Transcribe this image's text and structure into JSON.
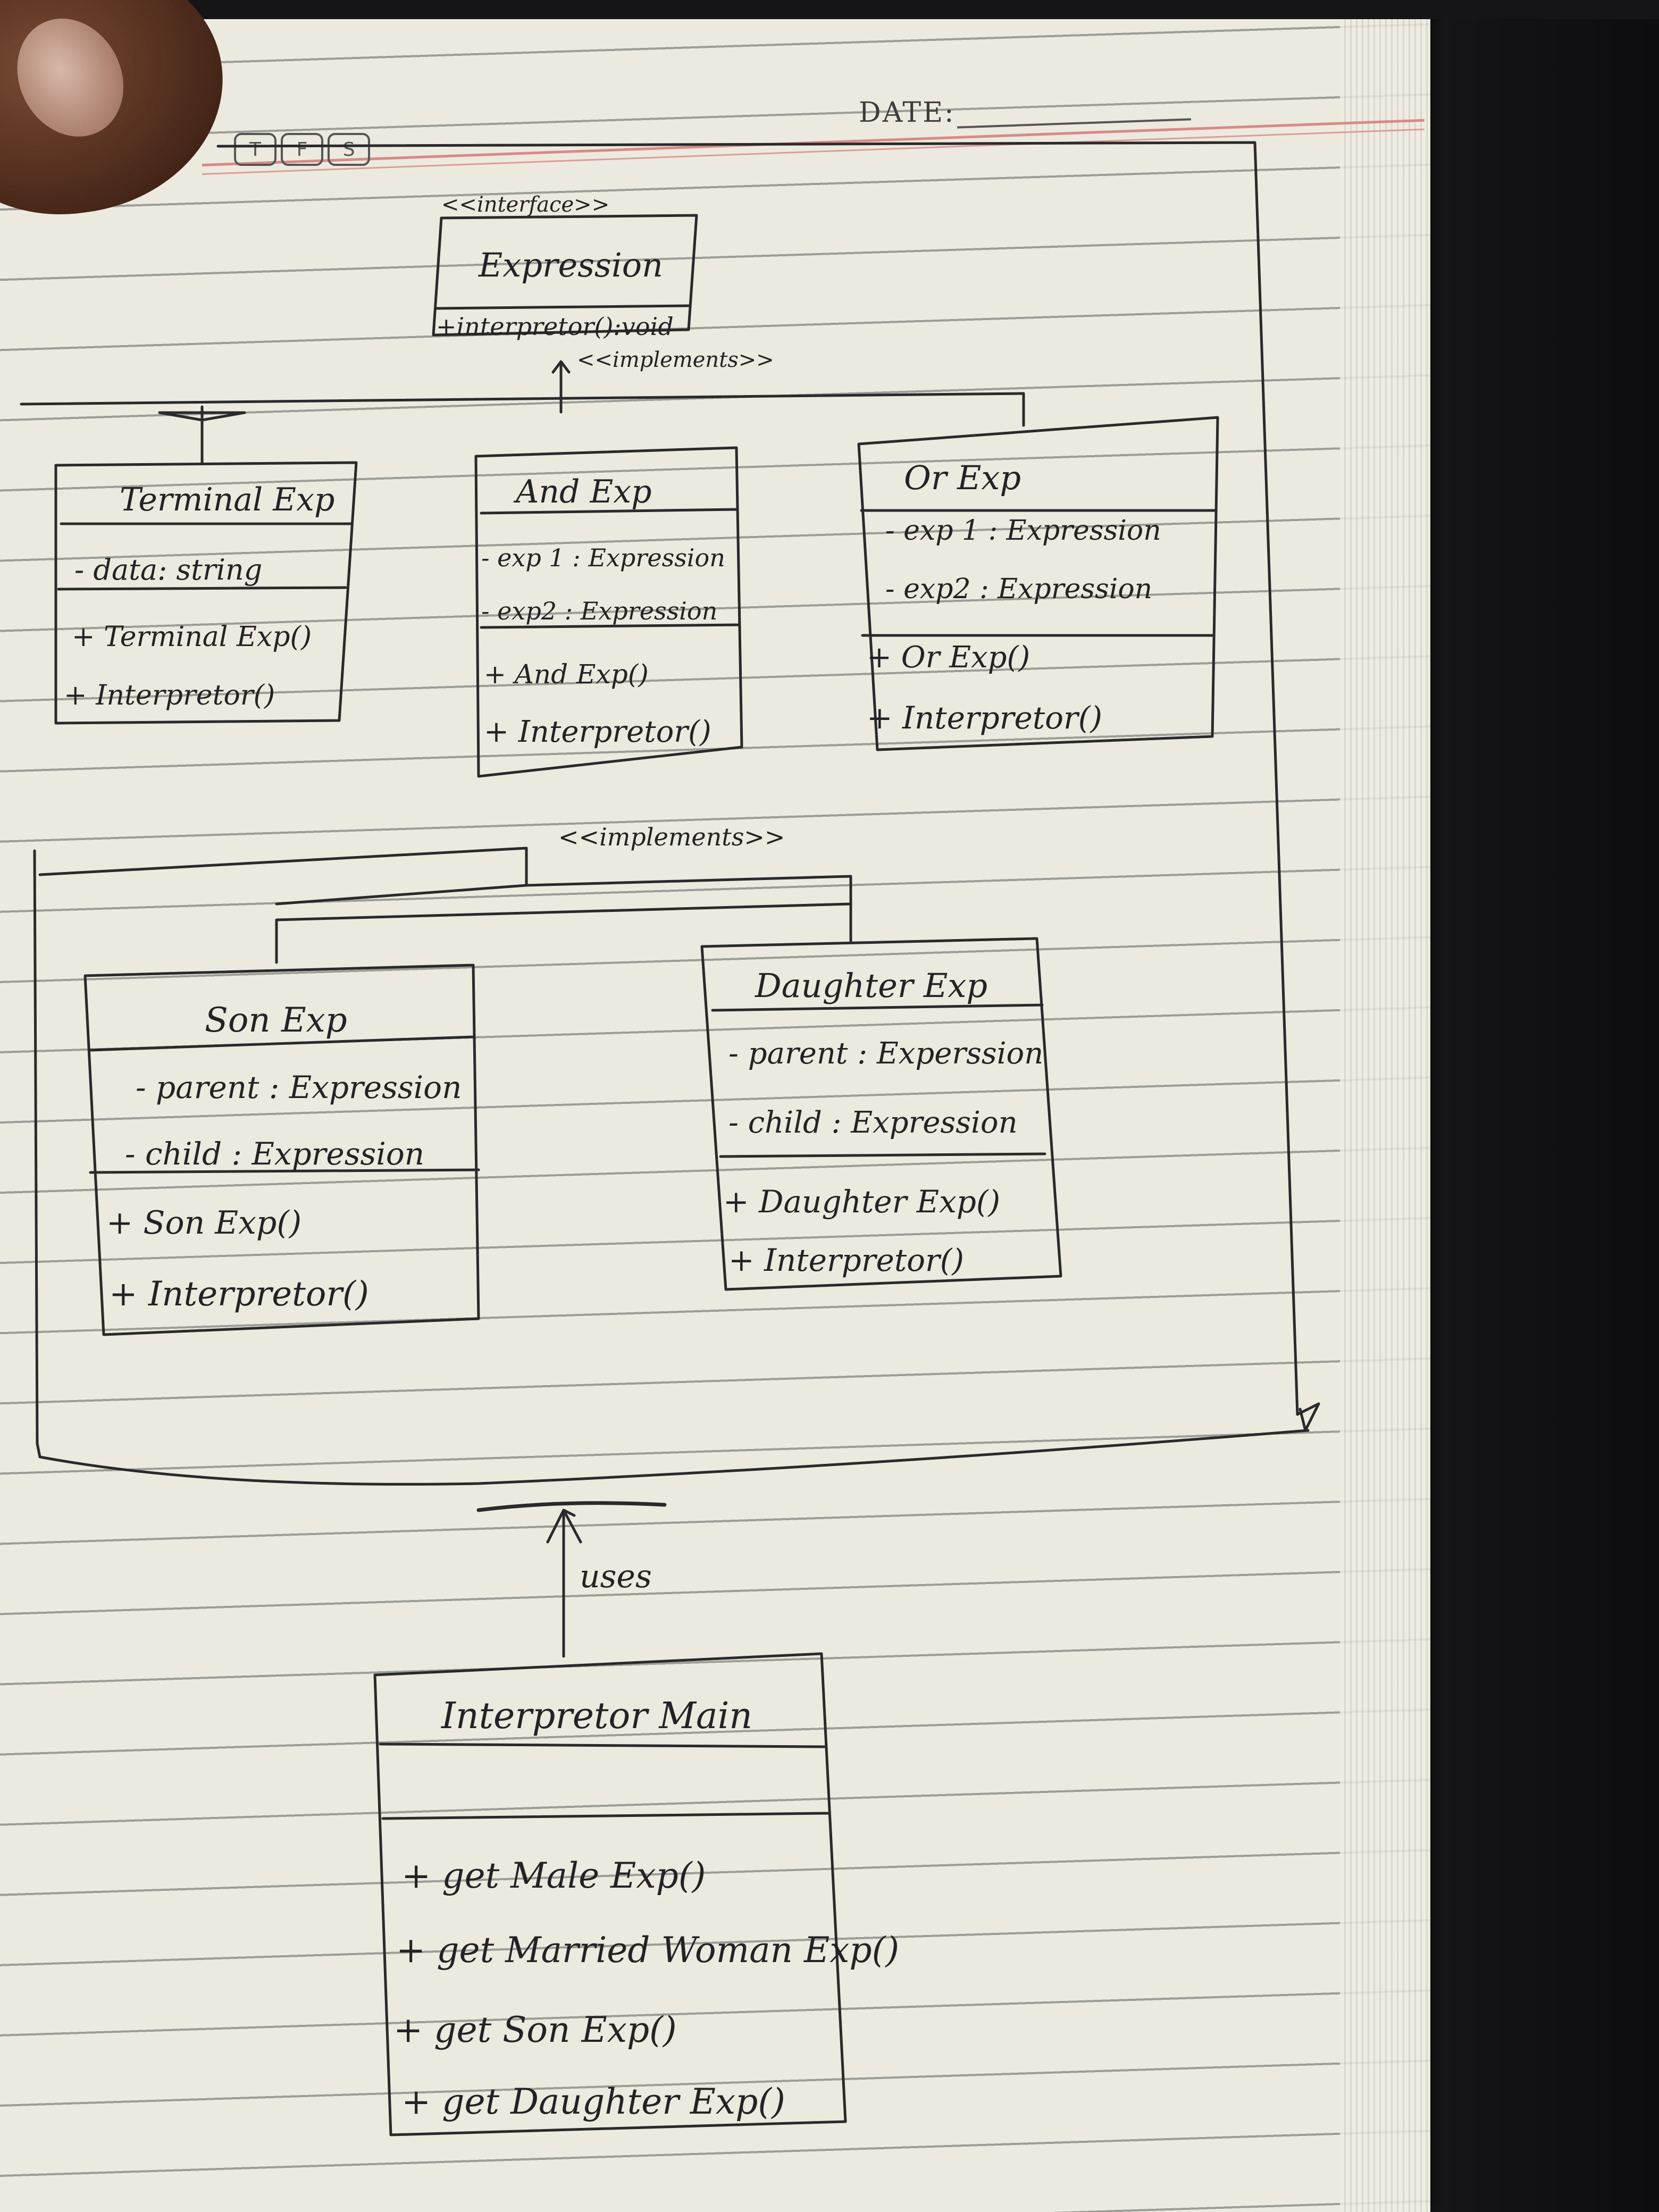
{
  "header": {
    "day_boxes": [
      "T",
      "F",
      "S"
    ],
    "date_label": "DATE:"
  },
  "diagram": {
    "interface": {
      "stereotype": "<<interface>>",
      "name": "Expression",
      "methods": [
        "+interpretor():void"
      ]
    },
    "implements_label_top": "<<implements>>",
    "implements_label_mid": "<<implements>>",
    "uses_label": "uses",
    "classes": {
      "terminal": {
        "name": "Terminal Exp",
        "attributes": [
          "- data: string"
        ],
        "methods": [
          "+ Terminal Exp()",
          "+ Interpretor()"
        ]
      },
      "and": {
        "name": "And Exp",
        "attributes": [
          "- exp 1 : Expression",
          "- exp2 : Expression"
        ],
        "methods": [
          "+ And Exp()",
          "+ Interpretor()"
        ]
      },
      "or": {
        "name": "Or Exp",
        "attributes": [
          "- exp 1 : Expression",
          "- exp2 : Expression"
        ],
        "methods": [
          "+ Or Exp()",
          "+ Interpretor()"
        ]
      },
      "son": {
        "name": "Son Exp",
        "attributes": [
          "- parent : Expression",
          "- child : Expression"
        ],
        "methods": [
          "+ Son Exp()",
          "+ Interpretor()"
        ]
      },
      "daughter": {
        "name": "Daughter Exp",
        "attributes": [
          "- parent : Experssion",
          "- child : Expression"
        ],
        "methods": [
          "+ Daughter Exp()",
          "+ Interpretor()"
        ]
      },
      "main": {
        "name": "Interpretor Main",
        "methods": [
          "+ get Male Exp()",
          "+ get Married Woman Exp()",
          "+ get Son Exp()",
          "+ get Daughter Exp()"
        ]
      }
    }
  }
}
